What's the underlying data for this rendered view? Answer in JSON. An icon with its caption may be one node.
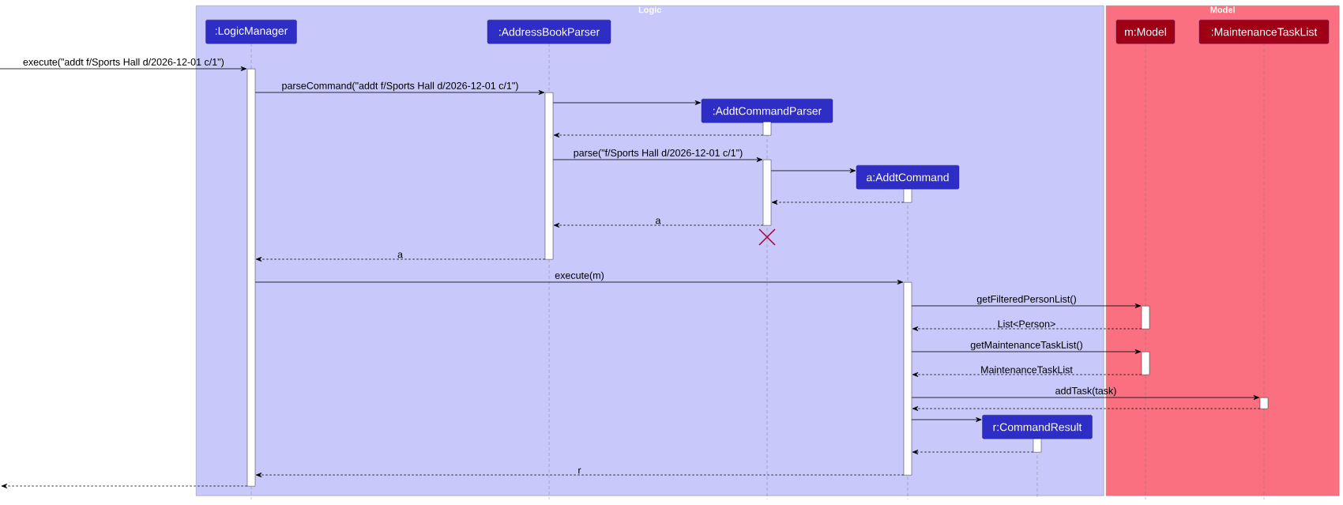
{
  "diagram": {
    "nodes": [
      {
        "text": [
          "Logic"
        ]
      },
      {
        "text": [
          ":LogicManager"
        ],
        "in": 0
      },
      {
        "text": [
          ":AddressBookParser"
        ],
        "in": 0
      },
      {
        "text": [
          ":AddtCommandParser"
        ],
        "in": 0
      },
      {
        "text": [
          "a:AddtCommand"
        ],
        "in": 0
      },
      {
        "text": [
          "r:CommandResult"
        ],
        "in": 0
      },
      {
        "text": [
          "Model"
        ]
      },
      {
        "text": [
          "m:Model"
        ],
        "in": 6
      },
      {
        "text": [
          ":MaintenanceTaskList"
        ],
        "in": 6
      },
      {
        "text": [],
        "shape": "bar",
        "in": 0
      },
      {
        "text": [],
        "shape": "bar",
        "in": 0
      },
      {
        "text": [],
        "shape": "bar",
        "in": 0
      },
      {
        "text": [],
        "shape": "bar",
        "in": 0
      },
      {
        "text": [],
        "shape": "bar",
        "in": 0
      },
      {
        "text": [],
        "shape": "bar",
        "in": 0
      },
      {
        "text": [],
        "shape": "bar",
        "in": 6
      },
      {
        "text": [],
        "shape": "bar",
        "in": 6
      },
      {
        "text": [],
        "shape": "bar",
        "in": 6
      },
      {
        "text": [],
        "shape": "bar",
        "in": 0
      }
    ],
    "edges": [
      {
        "from": null,
        "to": 9,
        "arrow": "to",
        "label": "execute(\"addt f/Sports Hall d/2026-12-01 c/1\")"
      },
      {
        "from": 9,
        "to": 10,
        "arrow": "to",
        "label": "parseCommand(\"addt f/Sports Hall d/2026-12-01 c/1\")"
      },
      {
        "from": 10,
        "to": 3,
        "arrow": "to"
      },
      {
        "from": 11,
        "to": 10,
        "arrow": "to",
        "style": "dashed"
      },
      {
        "from": 10,
        "to": 12,
        "arrow": "to",
        "label": "parse(\"f/Sports Hall d/2026-12-01 c/1\")"
      },
      {
        "from": 12,
        "to": 4,
        "arrow": "to"
      },
      {
        "from": 13,
        "to": 12,
        "arrow": "to",
        "style": "dashed"
      },
      {
        "from": 12,
        "to": 10,
        "arrow": "to",
        "style": "dashed",
        "label": "a"
      },
      {
        "from": 10,
        "to": 9,
        "arrow": "to",
        "style": "dashed",
        "label": "a"
      },
      {
        "from": 9,
        "to": 14,
        "arrow": "to",
        "label": "execute(m)"
      },
      {
        "from": 14,
        "to": 15,
        "arrow": "to",
        "label": "getFilteredPersonList()"
      },
      {
        "from": 15,
        "to": 14,
        "arrow": "to",
        "style": "dashed",
        "label": "List<Person>"
      },
      {
        "from": 14,
        "to": 16,
        "arrow": "to",
        "label": "getMaintenanceTaskList()"
      },
      {
        "from": 16,
        "to": 14,
        "arrow": "to",
        "style": "dashed",
        "label": "MaintenanceTaskList"
      },
      {
        "from": 14,
        "to": 17,
        "arrow": "to",
        "label": "addTask(task)"
      },
      {
        "from": 17,
        "to": 14,
        "arrow": "to",
        "style": "dashed"
      },
      {
        "from": 14,
        "to": 5,
        "arrow": "to"
      },
      {
        "from": 18,
        "to": 14,
        "arrow": "to",
        "style": "dashed"
      },
      {
        "from": 14,
        "to": 9,
        "arrow": "to",
        "style": "dashed",
        "label": "r"
      },
      {
        "from": 9,
        "to": null,
        "arrow": "to",
        "style": "dashed"
      }
    ]
  }
}
